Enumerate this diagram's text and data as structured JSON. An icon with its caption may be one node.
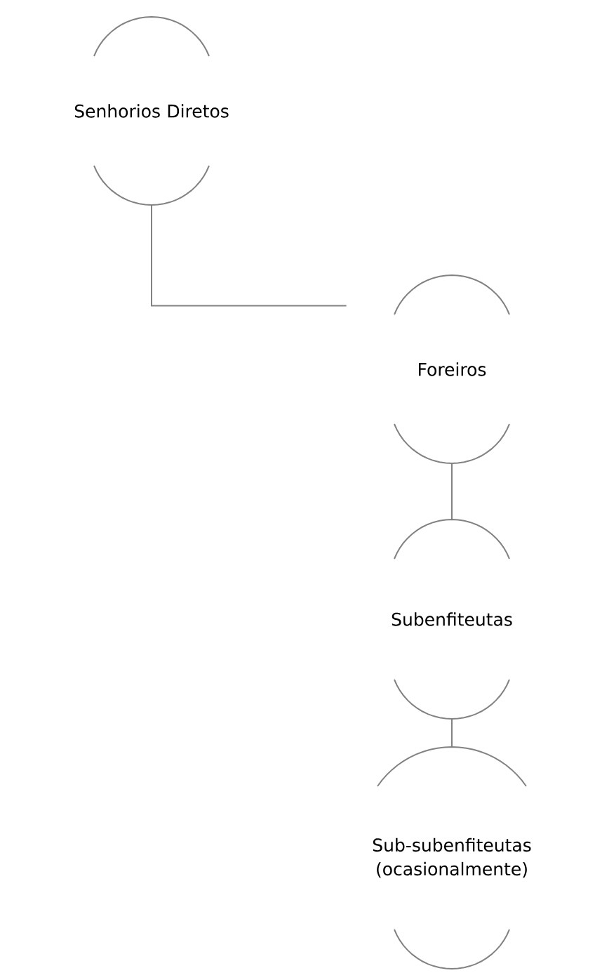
{
  "diagram": {
    "nodes": [
      {
        "text": [
          "Senhorios Diretos"
        ]
      },
      {
        "text": [
          "Foreiros"
        ]
      },
      {
        "text": [
          "Subenfiteutas"
        ]
      },
      {
        "text": [
          "Sub-subenfiteutas (ocasionalmente)"
        ]
      }
    ],
    "edges": [
      {
        "from": 0,
        "to": 1,
        "arrow": "none"
      },
      {
        "from": 1,
        "to": 2,
        "arrow": "none"
      },
      {
        "from": 2,
        "to": 3,
        "arrow": "none"
      }
    ]
  }
}
